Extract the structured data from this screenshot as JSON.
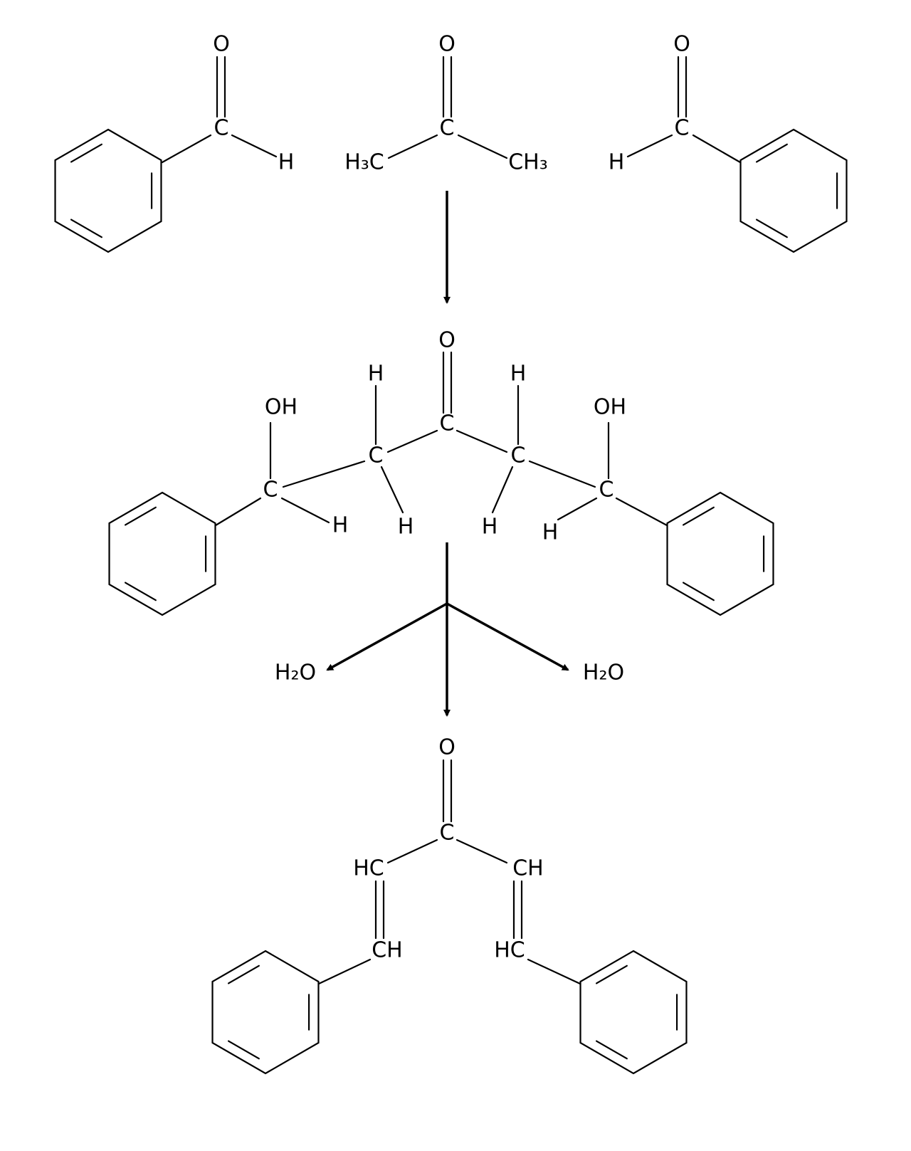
{
  "title": "Aldol condensation: benzaldehyde + acetone to dibenzalacetone",
  "reactants": {
    "benzaldehyde_left": {
      "O": "O",
      "C": "C",
      "H": "H"
    },
    "acetone": {
      "O": "O",
      "C": "C",
      "left_methyl": "H₃C",
      "right_methyl": "CH₃"
    },
    "benzaldehyde_right": {
      "O": "O",
      "C": "C",
      "H": "H"
    }
  },
  "intermediate": {
    "O": "O",
    "C_carbonyl": "C",
    "C_alpha_left": "C",
    "H_alpha_left_top": "H",
    "H_alpha_left_bottom": "H",
    "C_alpha_right": "C",
    "H_alpha_right_top": "H",
    "H_alpha_right_bottom": "H",
    "C_carbinol_left": "C",
    "OH_left": "OH",
    "H_carbinol_left": "H",
    "C_carbinol_right": "C",
    "OH_right": "OH",
    "H_carbinol_right": "H"
  },
  "byproducts": {
    "water_left": "H₂O",
    "water_right": "H₂O"
  },
  "product": {
    "O": "O",
    "C": "C",
    "HC_left": "HC",
    "CH_right": "CH",
    "CH_left_lower": "CH",
    "HC_right_lower": "HC"
  },
  "colors": {
    "ink": "#000000",
    "background": "#ffffff"
  }
}
